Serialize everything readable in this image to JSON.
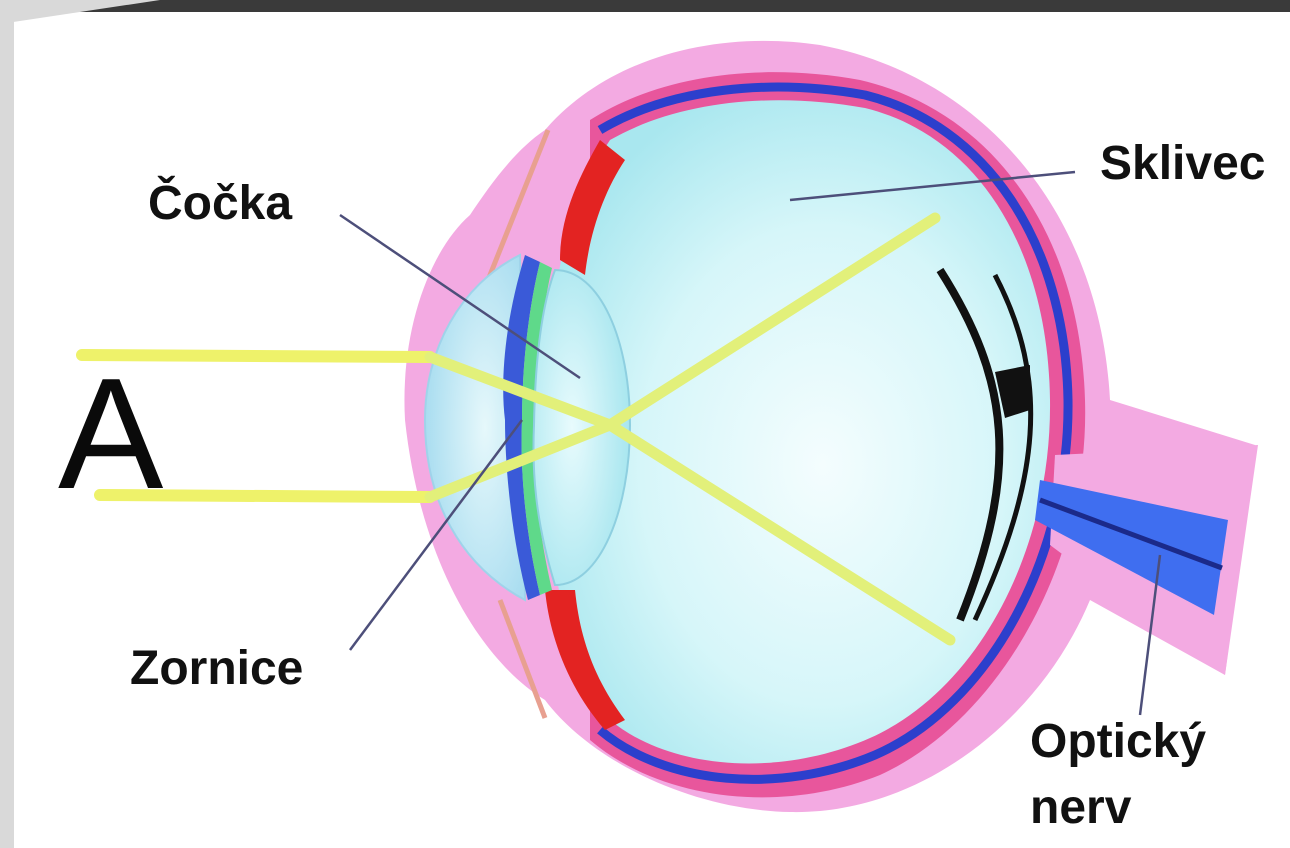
{
  "labels": {
    "letter": "A",
    "lens": "Čočka",
    "pupil": "Zornice",
    "vitreous": "Sklivec",
    "optic_nerve_line1": "Optický",
    "optic_nerve_line2": "nerv"
  },
  "colors": {
    "sclera": "#f2a9e1",
    "sclera_outer": "#e79ad4",
    "choroid": "#e0307a",
    "inner_blue": "#2b3cc9",
    "vitreous_light": "#e9fbfd",
    "vitreous_dark": "#a9e9f0",
    "iris_red": "#e32322",
    "light_ray": "#eef26a",
    "optic_nerve": "#3f6ef0",
    "retina_black": "#111111",
    "eyelid": "#e39a8a"
  }
}
